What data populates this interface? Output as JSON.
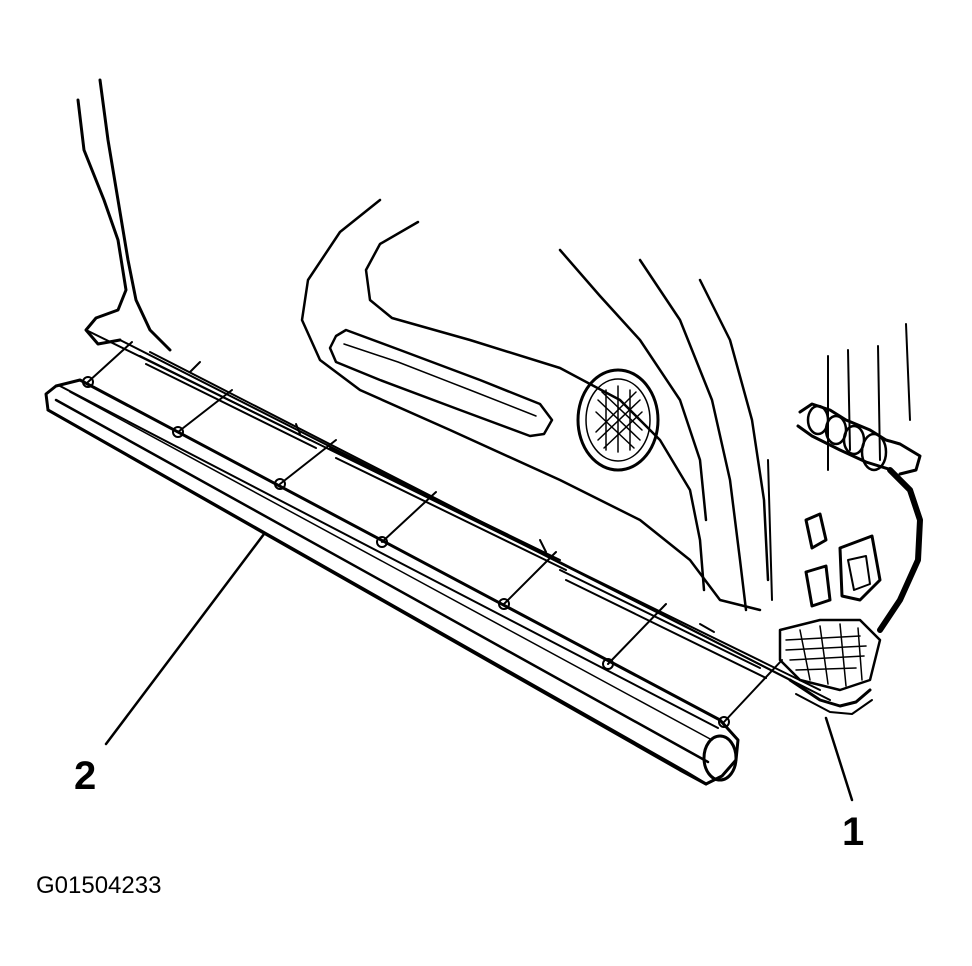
{
  "diagram": {
    "callouts": [
      {
        "id": "1",
        "label": "1",
        "part": "body-rocker-flange"
      },
      {
        "id": "2",
        "label": "2",
        "part": "rocker-molding"
      }
    ],
    "figure_id": "G01504233",
    "colors": {
      "stroke": "#000000",
      "background": "#ffffff"
    }
  }
}
